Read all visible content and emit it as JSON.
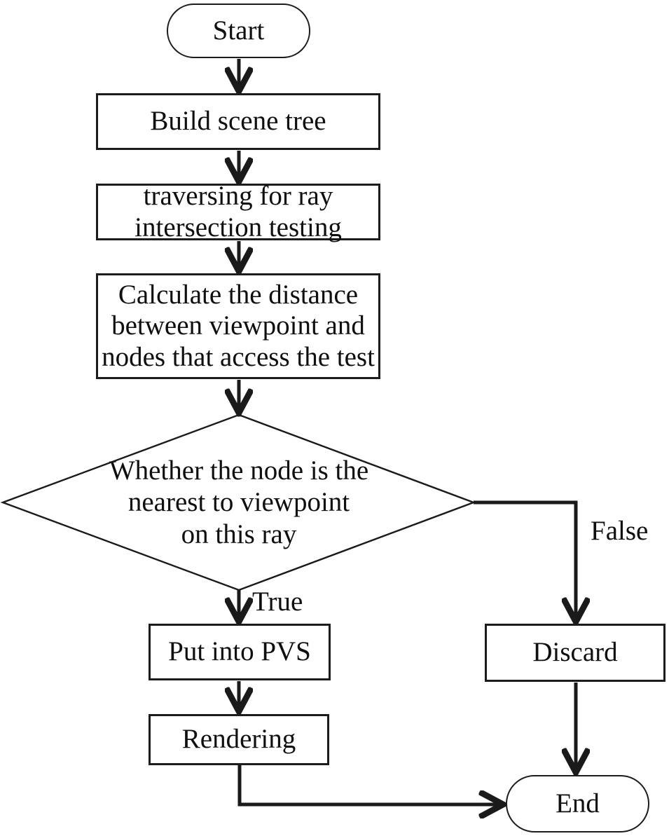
{
  "flowchart": {
    "background_color": "#ffffff",
    "line_color": "#1a1a1a",
    "nodes": {
      "start": {
        "label": "Start",
        "shape": "stadium"
      },
      "build_scene_tree": {
        "label": "Build scene tree",
        "shape": "rectangle"
      },
      "traversing": {
        "label": "traversing for ray\nintersection testing",
        "shape": "rectangle"
      },
      "calculate_distance": {
        "label": "Calculate the distance\nbetween viewpoint and\nnodes that access the test",
        "shape": "rectangle"
      },
      "decision_nearest": {
        "label": "Whether the node is the\nnearest to viewpoint\non this ray",
        "shape": "diamond"
      },
      "put_into_pvs": {
        "label": "Put into PVS",
        "shape": "rectangle"
      },
      "discard": {
        "label": "Discard",
        "shape": "rectangle"
      },
      "rendering": {
        "label": "Rendering",
        "shape": "rectangle"
      },
      "end": {
        "label": "End",
        "shape": "stadium"
      }
    },
    "branch_labels": {
      "true": "True",
      "false": "False"
    },
    "edges": [
      {
        "from": "start",
        "to": "build_scene_tree",
        "label": ""
      },
      {
        "from": "build_scene_tree",
        "to": "traversing",
        "label": ""
      },
      {
        "from": "traversing",
        "to": "calculate_distance",
        "label": ""
      },
      {
        "from": "calculate_distance",
        "to": "decision_nearest",
        "label": ""
      },
      {
        "from": "decision_nearest",
        "to": "put_into_pvs",
        "label": "True"
      },
      {
        "from": "decision_nearest",
        "to": "discard",
        "label": "False"
      },
      {
        "from": "put_into_pvs",
        "to": "rendering",
        "label": ""
      },
      {
        "from": "rendering",
        "to": "end",
        "label": ""
      },
      {
        "from": "discard",
        "to": "end",
        "label": ""
      }
    ]
  }
}
